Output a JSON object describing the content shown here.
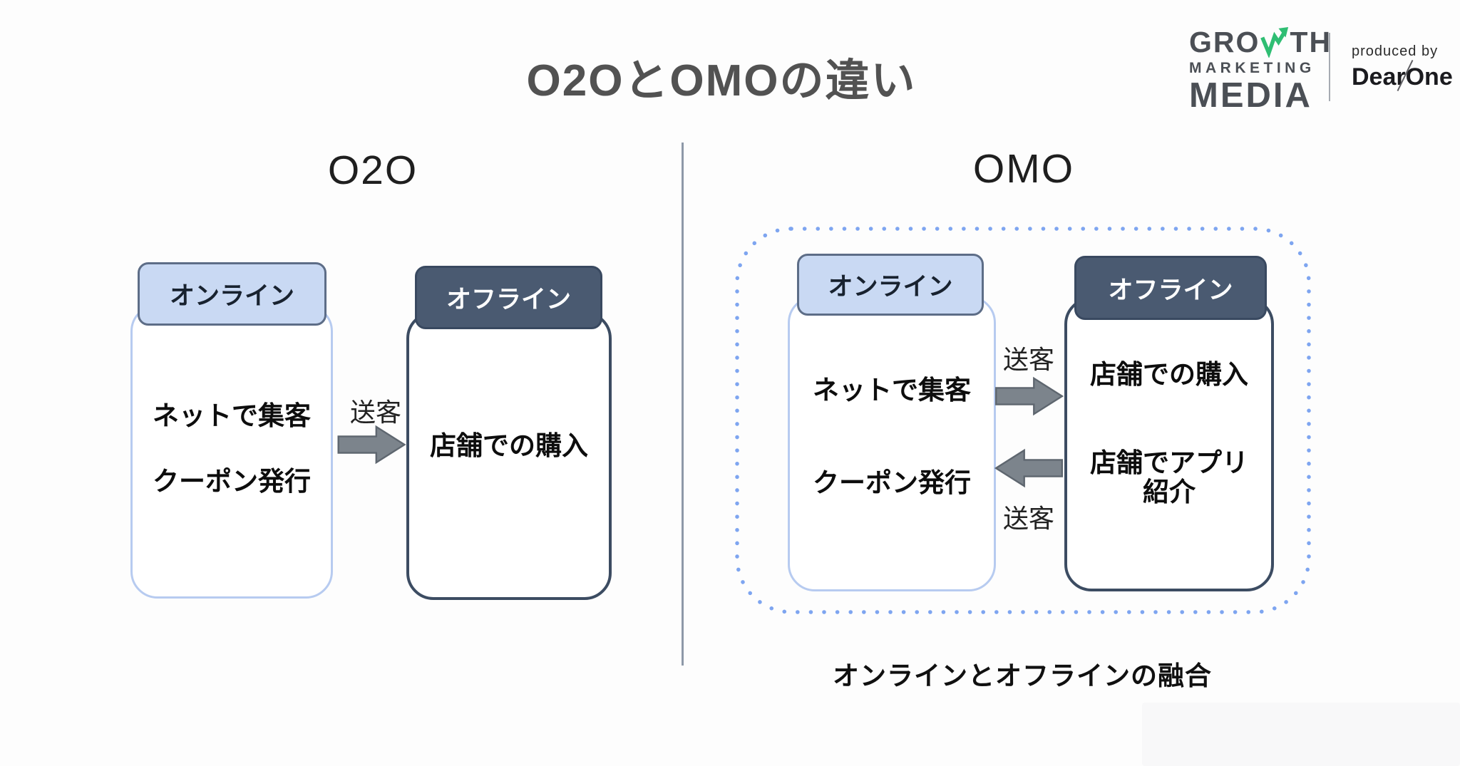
{
  "page": {
    "title": "O2OとOMOの違い"
  },
  "logo": {
    "growth_pre": "GRO",
    "growth_post": "TH",
    "marketing": "MARKETING",
    "media": "MEDIA",
    "produced_by": "produced by",
    "brand": "DearOne",
    "accent_green": "#2fbe73",
    "text_gray": "#4b4f55"
  },
  "o2o": {
    "heading": "O2O",
    "online_label": "オンライン",
    "online_item1": "ネットで集客",
    "online_item2": "クーポン発行",
    "arrow_label": "送客",
    "offline_label": "オフライン",
    "offline_item1": "店舗での購入"
  },
  "omo": {
    "heading": "OMO",
    "online_label": "オンライン",
    "online_item1": "ネットで集客",
    "online_item2": "クーポン発行",
    "arrow_top_label": "送客",
    "arrow_bottom_label": "送客",
    "offline_label": "オフライン",
    "offline_item1": "店舗での購入",
    "offline_item2_line1": "店舗でアプリ",
    "offline_item2_line2": "紹介",
    "caption": "オンラインとオフラインの融合"
  },
  "colors": {
    "title_gray": "#525252",
    "online_fill": "#c9d9f3",
    "online_label_border": "#5d6d87",
    "online_card_border": "#b7cbf0",
    "offline_fill": "#4a5a71",
    "offline_border": "#394960",
    "arrow_gray": "#7c848c",
    "dotted_blue": "#7ea5f0",
    "divider_gray": "#8e99a8"
  }
}
